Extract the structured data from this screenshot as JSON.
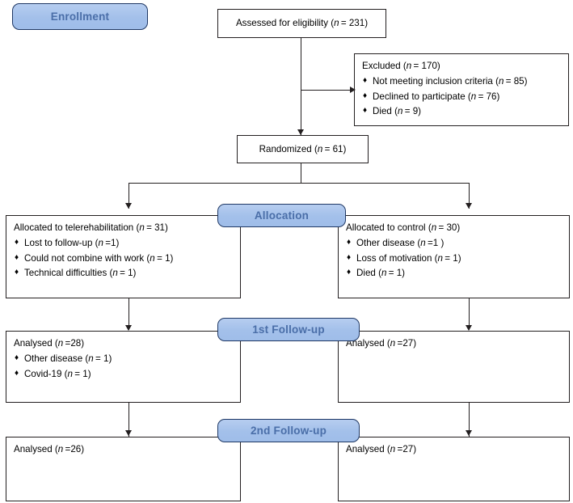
{
  "diagram": {
    "title": "CONSORT participant flow diagram",
    "colors": {
      "pill_fill": "#a3c0ea",
      "pill_border": "#1f3864",
      "pill_text": "#4a6ea8",
      "box_border": "#231f20",
      "box_fill": "#ffffff",
      "connector": "#231f20"
    },
    "bullet_glyph": "♦"
  },
  "stages": {
    "enrollment": "Enrollment",
    "allocation": "Allocation",
    "follow_up_1": "1st Follow-up",
    "follow_up_2": "2nd Follow-up"
  },
  "boxes": {
    "assessed": {
      "head": "Assessed for eligibility (n = 231)",
      "head_plain": "Assessed for eligibility",
      "n": 231
    },
    "excluded": {
      "head": "Excluded (n = 170)",
      "n": 170,
      "items": [
        "Not meeting inclusion criteria (n = 85)",
        "Declined to participate (n = 76)",
        "Died (n = 9)"
      ]
    },
    "randomized": {
      "head": "Randomized (n = 61)",
      "n": 61
    },
    "alloc_intervention": {
      "head": "Allocated to telerehabilitation (n = 31)",
      "n": 31,
      "items": [
        "Lost to follow-up (n =1)",
        "Could not combine with work (n = 1)",
        "Technical difficulties (n = 1)"
      ]
    },
    "alloc_control": {
      "head": "Allocated to control (n = 30)",
      "n": 30,
      "items": [
        "Other disease (n =1 )",
        "Loss of motivation (n = 1)",
        "Died (n = 1)"
      ]
    },
    "fu1_intervention": {
      "head": "Analysed (n =28)",
      "n": 28,
      "items": [
        "Other disease (n = 1)",
        "Covid-19 (n = 1)"
      ]
    },
    "fu1_control": {
      "head": "Analysed (n =27)",
      "n": 27,
      "items": []
    },
    "fu2_intervention": {
      "head": "Analysed (n =26)",
      "n": 26,
      "items": []
    },
    "fu2_control": {
      "head": "Analysed (n =27)",
      "n": 27,
      "items": []
    }
  },
  "chart_data": {
    "type": "diagram",
    "title": "CONSORT flow of participants",
    "nodes": [
      {
        "id": "assessed",
        "label": "Assessed for eligibility",
        "n": 231,
        "stage": "Enrollment"
      },
      {
        "id": "excluded",
        "label": "Excluded",
        "n": 170,
        "stage": "Enrollment"
      },
      {
        "id": "randomized",
        "label": "Randomized",
        "n": 61,
        "stage": "Enrollment"
      },
      {
        "id": "alloc_intervention",
        "label": "Allocated to telerehabilitation",
        "n": 31,
        "stage": "Allocation"
      },
      {
        "id": "alloc_control",
        "label": "Allocated to control",
        "n": 30,
        "stage": "Allocation"
      },
      {
        "id": "fu1_intervention",
        "label": "Analysed",
        "n": 28,
        "stage": "1st Follow-up"
      },
      {
        "id": "fu1_control",
        "label": "Analysed",
        "n": 27,
        "stage": "1st Follow-up"
      },
      {
        "id": "fu2_intervention",
        "label": "Analysed",
        "n": 26,
        "stage": "2nd Follow-up"
      },
      {
        "id": "fu2_control",
        "label": "Analysed",
        "n": 27,
        "stage": "2nd Follow-up"
      }
    ],
    "exclusion_reasons": [
      {
        "reason": "Not meeting inclusion criteria",
        "n": 85
      },
      {
        "reason": "Declined to participate",
        "n": 76
      },
      {
        "reason": "Died",
        "n": 9
      }
    ],
    "dropouts_intervention_allocation": [
      {
        "reason": "Lost to follow-up",
        "n": 1
      },
      {
        "reason": "Could not combine with work",
        "n": 1
      },
      {
        "reason": "Technical difficulties",
        "n": 1
      }
    ],
    "dropouts_control_allocation": [
      {
        "reason": "Other disease",
        "n": 1
      },
      {
        "reason": "Loss of motivation",
        "n": 1
      },
      {
        "reason": "Died",
        "n": 1
      }
    ],
    "dropouts_intervention_fu1": [
      {
        "reason": "Other disease",
        "n": 1
      },
      {
        "reason": "Covid-19",
        "n": 1
      }
    ],
    "edges": [
      {
        "from": "assessed",
        "to": "excluded"
      },
      {
        "from": "assessed",
        "to": "randomized"
      },
      {
        "from": "randomized",
        "to": "alloc_intervention"
      },
      {
        "from": "randomized",
        "to": "alloc_control"
      },
      {
        "from": "alloc_intervention",
        "to": "fu1_intervention"
      },
      {
        "from": "alloc_control",
        "to": "fu1_control"
      },
      {
        "from": "fu1_intervention",
        "to": "fu2_intervention"
      },
      {
        "from": "fu1_control",
        "to": "fu2_control"
      }
    ]
  }
}
